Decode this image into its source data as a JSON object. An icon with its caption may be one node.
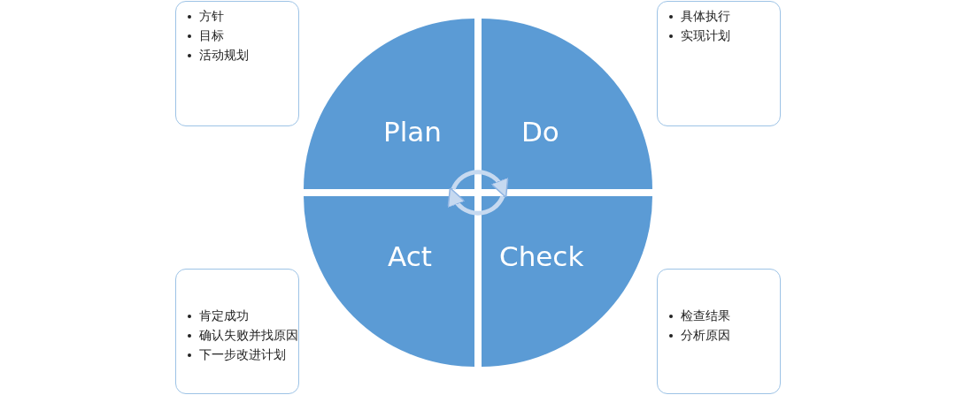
{
  "diagram": {
    "nodes": [
      {
        "text": [
          "方针",
          "目标",
          "活动规划"
        ]
      },
      {
        "text": [
          "具体执行",
          "实现计划"
        ]
      },
      {
        "text": [
          "Plan"
        ]
      },
      {
        "text": [
          "Do"
        ]
      },
      {
        "text": [
          "Act"
        ]
      },
      {
        "text": [
          "Check"
        ]
      },
      {
        "text": [
          "肯定成功",
          "确认失败并找原因",
          "下一步改进计划"
        ]
      },
      {
        "text": [
          "检查结果",
          "分析原因"
        ]
      }
    ],
    "edges": [
      {
        "from": 2,
        "to": 3,
        "arrow": "to"
      },
      {
        "from": 5,
        "to": 4,
        "arrow": "to"
      }
    ]
  }
}
